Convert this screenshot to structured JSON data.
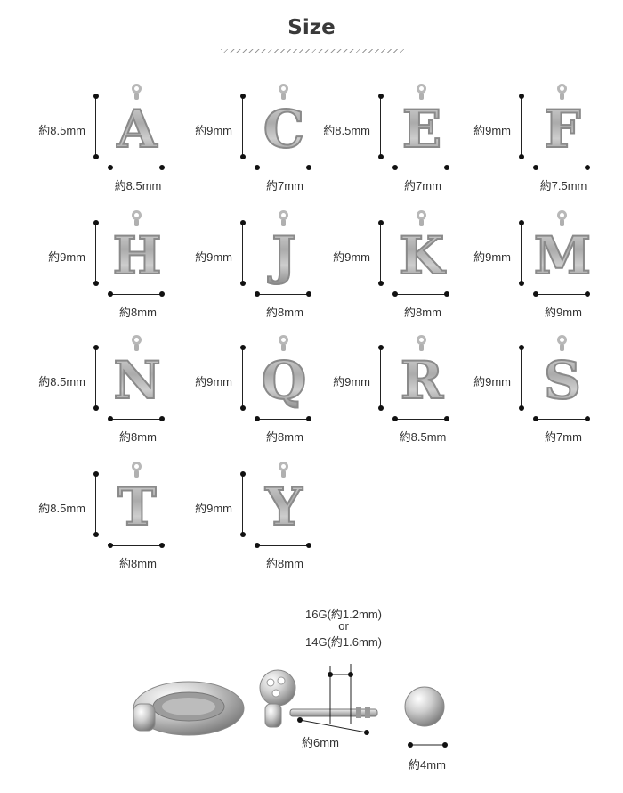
{
  "title": "Size",
  "charms": [
    {
      "letter": "A",
      "height": "約8.5mm",
      "width": "約8.5mm"
    },
    {
      "letter": "C",
      "height": "約9mm",
      "width": "約7mm"
    },
    {
      "letter": "E",
      "height": "約8.5mm",
      "width": "約7mm"
    },
    {
      "letter": "F",
      "height": "約9mm",
      "width": "約7.5mm"
    },
    {
      "letter": "H",
      "height": "約9mm",
      "width": "約8mm"
    },
    {
      "letter": "J",
      "height": "約9mm",
      "width": "約8mm"
    },
    {
      "letter": "K",
      "height": "約9mm",
      "width": "約8mm"
    },
    {
      "letter": "M",
      "height": "約9mm",
      "width": "約9mm"
    },
    {
      "letter": "N",
      "height": "約8.5mm",
      "width": "約8mm"
    },
    {
      "letter": "Q",
      "height": "約9mm",
      "width": "約8mm"
    },
    {
      "letter": "R",
      "height": "約9mm",
      "width": "約8.5mm"
    },
    {
      "letter": "S",
      "height": "約9mm",
      "width": "約7mm"
    },
    {
      "letter": "T",
      "height": "約8.5mm",
      "width": "約8mm"
    },
    {
      "letter": "Y",
      "height": "約9mm",
      "width": "約8mm"
    }
  ],
  "gauge": {
    "line1": "16G(約1.2mm)",
    "line2": "or",
    "line3": "14G(約1.6mm)",
    "shaft_length": "約6mm",
    "ball_diameter": "約4mm"
  }
}
